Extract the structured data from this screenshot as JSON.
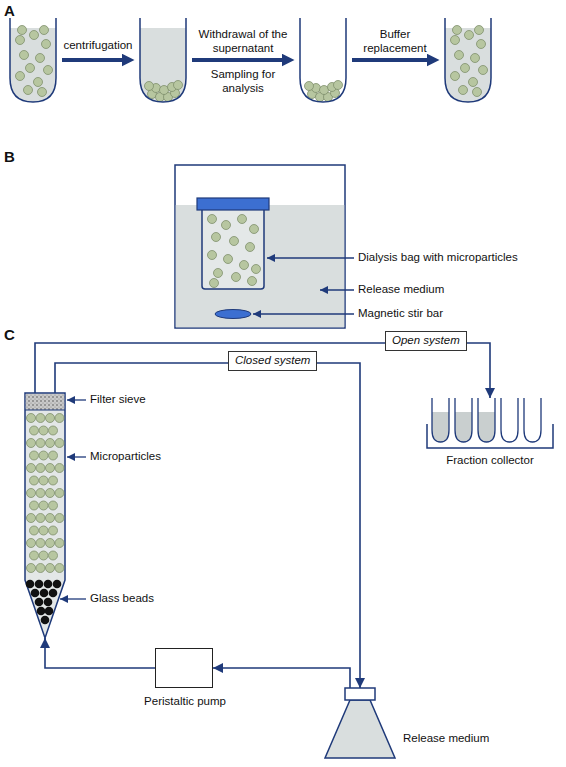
{
  "diagram": {
    "nodes": [
      {
        "text": [
          "Open system"
        ]
      },
      {
        "text": [
          "Closed system"
        ]
      },
      {
        "text": [
          "Filter sieve",
          "Microparticles",
          "Glass beads"
        ]
      },
      {
        "text": [
          "Fraction collector"
        ]
      },
      {
        "text": [
          "Peristaltic pump"
        ]
      },
      {
        "text": [
          "Release medium"
        ]
      }
    ],
    "edges": [
      {
        "from": 2,
        "to": 3,
        "arrow": "to"
      },
      {
        "from": 2,
        "to": 5,
        "arrow": "to"
      },
      {
        "from": 5,
        "to": 4,
        "arrow": "to"
      },
      {
        "from": 4,
        "to": 2,
        "arrow": "to"
      }
    ],
    "labels": [
      "A",
      "centrifugation",
      "Withdrawal of the supernatant",
      "Sampling for analysis",
      "Buffer replacement",
      "B",
      "Dialysis bag with microparticles",
      "Release medium",
      "Magnetic stir bar",
      "C"
    ]
  }
}
